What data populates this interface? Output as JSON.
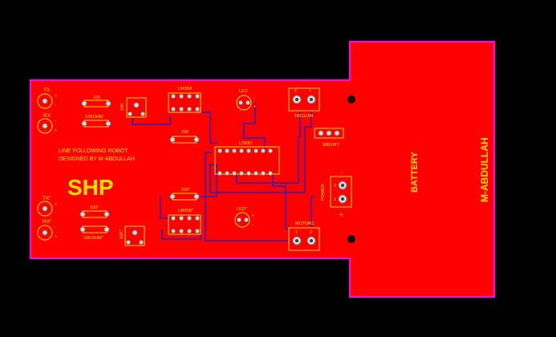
{
  "colors": {
    "background": "#000000",
    "board": "#ff0000",
    "board_edge": "#ff00ff",
    "silkscreen": "#f5e100",
    "trace": "#5a1a8c",
    "pad": "#d9d9d9"
  },
  "title_lines": [
    "LINE FOLLOWING ROBOT",
    "DESIGNED BY M-ABDULLAH"
  ],
  "logo": "SHP",
  "battery_label": "BATTERY",
  "author_label": "M-ABDULLAH",
  "labels": {
    "tx": "TX",
    "rx": "RX",
    "tx2": "TX''",
    "rx2": "RX''",
    "plus": "+",
    "minus": "-",
    "r100": "100",
    "r100b": "100''",
    "r10k": "10KOHM",
    "r10kb": "10KOHM''",
    "pot": "10K",
    "pot2": "10K''",
    "lm358": "LM358",
    "lm358b": "LM358''",
    "r220": "220",
    "r220b": "220''",
    "led": "LED",
    "led2": "LED''",
    "l293d": "L293D",
    "motor2": "MOTOR2",
    "motor1": "MOTOR1",
    "lm7805": "LM7805",
    "power": "POWER",
    "pin1": "1",
    "pin2": "2"
  }
}
